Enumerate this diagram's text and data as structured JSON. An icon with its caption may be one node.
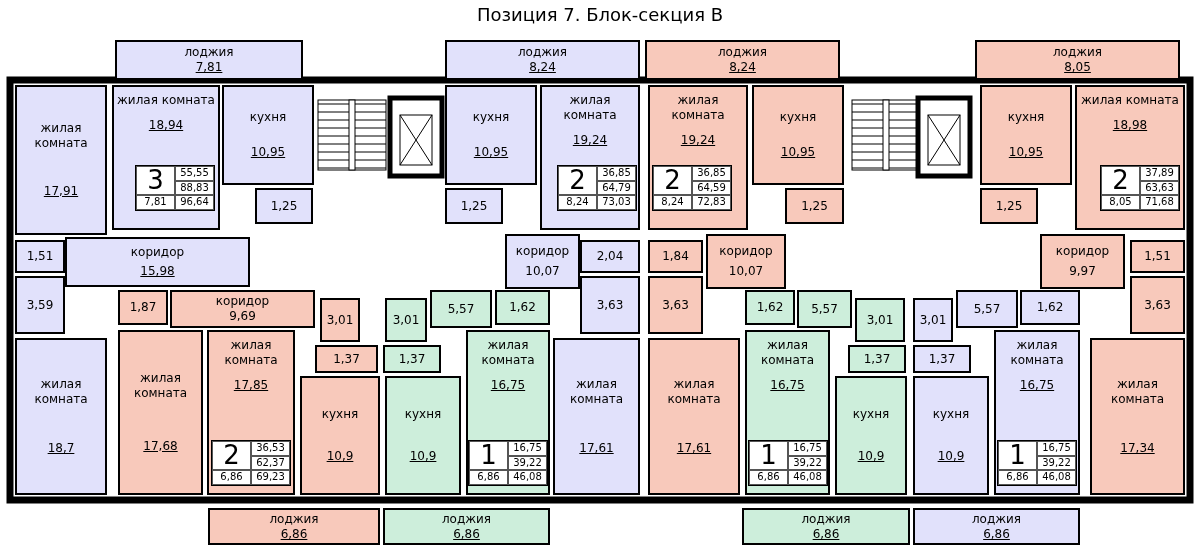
{
  "diagram": {
    "title": "Позиция 7. Блок-секция В",
    "nodes": [
      {
        "text": [
          "лоджия",
          "7,81"
        ]
      },
      {
        "text": [
          "жилая комната",
          "17,91"
        ]
      },
      {
        "text": [
          "жилая комната",
          "18,94"
        ]
      },
      {
        "text": [
          "3",
          "55,55",
          "88,83",
          "7,81",
          "96,64"
        ],
        "in": 2
      },
      {
        "text": [
          "кухня",
          "10,95"
        ]
      },
      {
        "text": [
          "1,25"
        ]
      },
      {
        "text": [
          "коридор",
          "15,98"
        ]
      },
      {
        "text": [
          "1,51"
        ]
      },
      {
        "text": [
          "3,59"
        ]
      },
      {
        "text": [
          "жилая комната",
          "18,7"
        ]
      },
      {
        "text": [
          "лоджия",
          "8,24"
        ]
      },
      {
        "text": [
          "кухня",
          "10,95"
        ]
      },
      {
        "text": [
          "1,25"
        ]
      },
      {
        "text": [
          "жилая комната",
          "19,24"
        ]
      },
      {
        "text": [
          "2",
          "36,85",
          "64,79",
          "8,24",
          "73,03"
        ],
        "in": 13
      },
      {
        "text": [
          "коридор",
          "10,07"
        ]
      },
      {
        "text": [
          "2,04"
        ]
      },
      {
        "text": [
          "3,63"
        ]
      },
      {
        "text": [
          "жилая комната",
          "17,61"
        ]
      },
      {
        "text": [
          "лоджия",
          "8,24"
        ]
      },
      {
        "text": [
          "жилая комната",
          "19,24"
        ]
      },
      {
        "text": [
          "2",
          "36,85",
          "64,59",
          "8,24",
          "72,83"
        ],
        "in": 20
      },
      {
        "text": [
          "кухня",
          "10,95"
        ]
      },
      {
        "text": [
          "1,25"
        ]
      },
      {
        "text": [
          "1,84"
        ]
      },
      {
        "text": [
          "коридор",
          "10,07"
        ]
      },
      {
        "text": [
          "3,63"
        ]
      },
      {
        "text": [
          "жилая комната",
          "17,61"
        ]
      },
      {
        "text": [
          "лоджия",
          "8,05"
        ]
      },
      {
        "text": [
          "кухня",
          "10,95"
        ]
      },
      {
        "text": [
          "1,25"
        ]
      },
      {
        "text": [
          "жилая комната",
          "18,98"
        ]
      },
      {
        "text": [
          "2",
          "37,89",
          "63,63",
          "8,05",
          "71,68"
        ],
        "in": 31
      },
      {
        "text": [
          "коридор",
          "9,97"
        ]
      },
      {
        "text": [
          "1,51"
        ]
      },
      {
        "text": [
          "3,63"
        ]
      },
      {
        "text": [
          "жилая комната",
          "17,34"
        ]
      },
      {
        "text": [
          "1,87"
        ]
      },
      {
        "text": [
          "коридор",
          "9,69"
        ]
      },
      {
        "text": [
          "3,01"
        ]
      },
      {
        "text": [
          "1,37"
        ]
      },
      {
        "text": [
          "жилая комната",
          "17,68"
        ]
      },
      {
        "text": [
          "жилая комната",
          "17,85"
        ]
      },
      {
        "text": [
          "2",
          "36,53",
          "62,37",
          "6,86",
          "69,23"
        ],
        "in": 42
      },
      {
        "text": [
          "кухня",
          "10,9"
        ]
      },
      {
        "text": [
          "лоджия",
          "6,86"
        ]
      },
      {
        "text": [
          "3,01"
        ]
      },
      {
        "text": [
          "1,37"
        ]
      },
      {
        "text": [
          "5,57"
        ]
      },
      {
        "text": [
          "1,62"
        ]
      },
      {
        "text": [
          "кухня",
          "10,9"
        ]
      },
      {
        "text": [
          "жилая комната",
          "16,75"
        ]
      },
      {
        "text": [
          "1",
          "16,75",
          "39,22",
          "6,86",
          "46,08"
        ],
        "in": 51
      },
      {
        "text": [
          "лоджия",
          "6,86"
        ]
      },
      {
        "text": [
          "1,62"
        ]
      },
      {
        "text": [
          "5,57"
        ]
      },
      {
        "text": [
          "жилая комната",
          "16,75"
        ]
      },
      {
        "text": [
          "1",
          "16,75",
          "39,22",
          "6,86",
          "46,08"
        ],
        "in": 56
      },
      {
        "text": [
          "3,01"
        ]
      },
      {
        "text": [
          "1,37"
        ]
      },
      {
        "text": [
          "кухня",
          "10,9"
        ]
      },
      {
        "text": [
          "лоджия",
          "6,86"
        ]
      },
      {
        "text": [
          "3,01"
        ]
      },
      {
        "text": [
          "1,37"
        ]
      },
      {
        "text": [
          "5,57"
        ]
      },
      {
        "text": [
          "1,62"
        ]
      },
      {
        "text": [
          "кухня",
          "10,9"
        ]
      },
      {
        "text": [
          "жилая комната",
          "16,75"
        ]
      },
      {
        "text": [
          "1",
          "16,75",
          "39,22",
          "6,86",
          "46,08"
        ],
        "in": 67
      },
      {
        "text": [
          "лоджия",
          "6,86"
        ]
      }
    ]
  }
}
